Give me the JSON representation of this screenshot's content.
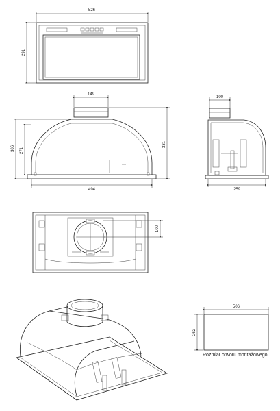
{
  "dimensions": {
    "top_width": "526",
    "top_height": "291",
    "front_top_width": "149",
    "front_height_outer": "306",
    "front_height_inner": "271",
    "front_height_right": "331",
    "front_base_width": "494",
    "side_top_width": "100",
    "side_base_width": "259",
    "bottom_height": "100",
    "cutout_width": "506",
    "cutout_height": "262"
  },
  "caption": "Rozmiar otworu montażowego"
}
